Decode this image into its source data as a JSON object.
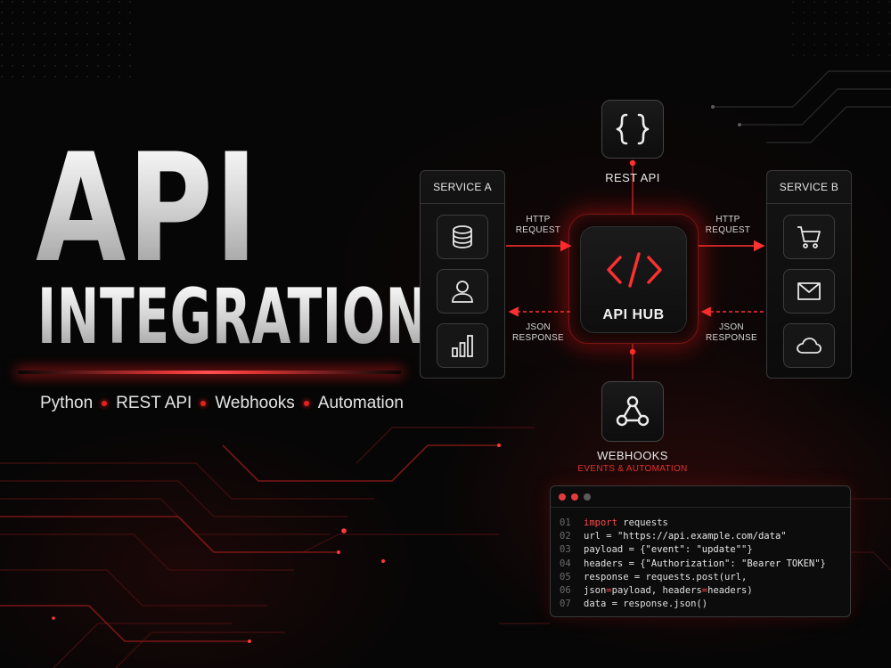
{
  "colors": {
    "background": "#060606",
    "accent_red": "#e62020",
    "text_light": "#e8e8e8",
    "panel_border": "#3a3a3a"
  },
  "title": {
    "line1": "API",
    "line2": "INTEGRATION"
  },
  "subtitle": {
    "items": [
      "Python",
      "REST API",
      "Webhooks",
      "Automation"
    ]
  },
  "service_a": {
    "label": "SERVICE A",
    "icons": [
      "database-icon",
      "user-icon",
      "bar-chart-icon"
    ]
  },
  "service_b": {
    "label": "SERVICE B",
    "icons": [
      "shopping-cart-icon",
      "mail-icon",
      "cloud-icon"
    ]
  },
  "hub": {
    "label": "API HUB",
    "icon": "code-brackets-icon"
  },
  "rest_api": {
    "label": "REST API",
    "icon": "curly-braces-icon"
  },
  "webhooks": {
    "label": "WEBHOOKS",
    "sublabel": "EVENTS & AUTOMATION",
    "icon": "webhook-icon"
  },
  "arrows": {
    "left_request": [
      "HTTP",
      "REQUEST"
    ],
    "right_request": [
      "HTTP",
      "REQUEST"
    ],
    "left_response": [
      "JSON",
      "RESPONSE"
    ],
    "right_response": [
      "JSON",
      "RESPONSE"
    ]
  },
  "code": {
    "line_numbers": [
      "01",
      "02",
      "03",
      "04",
      "05",
      "06",
      "07"
    ],
    "lines": [
      [
        {
          "t": "import",
          "k": "kw"
        },
        {
          "t": " requests",
          "k": "plain"
        }
      ],
      [
        {
          "t": "url = ",
          "k": "plain"
        },
        {
          "t": "\"https://api.example.com/data\"",
          "k": "str"
        }
      ],
      [
        {
          "t": "payload = {",
          "k": "plain"
        },
        {
          "t": "\"event\"",
          "k": "str"
        },
        {
          "t": ": ",
          "k": "plain"
        },
        {
          "t": "\"update\"",
          "k": "str"
        },
        {
          "t": "\"}",
          "k": "plain"
        }
      ],
      [
        {
          "t": "headers = {",
          "k": "plain"
        },
        {
          "t": "\"Authorization\"",
          "k": "str"
        },
        {
          "t": ": ",
          "k": "plain"
        },
        {
          "t": "\"Bearer TOKEN\"",
          "k": "str"
        },
        {
          "t": "}",
          "k": "plain"
        }
      ],
      [
        {
          "t": "response = requests.post(url,",
          "k": "plain"
        }
      ],
      [
        {
          "t": "json",
          "k": "plain"
        },
        {
          "t": "=",
          "k": "kw"
        },
        {
          "t": "payload, ",
          "k": "plain"
        },
        {
          "t": "headers",
          "k": "plain"
        },
        {
          "t": "=",
          "k": "kw"
        },
        {
          "t": "headers)",
          "k": "plain"
        }
      ],
      [
        {
          "t": "data = response.json()",
          "k": "plain"
        }
      ]
    ],
    "window_dots": [
      "#e23b3b",
      "#e23b3b",
      "#5a5a5a"
    ]
  }
}
